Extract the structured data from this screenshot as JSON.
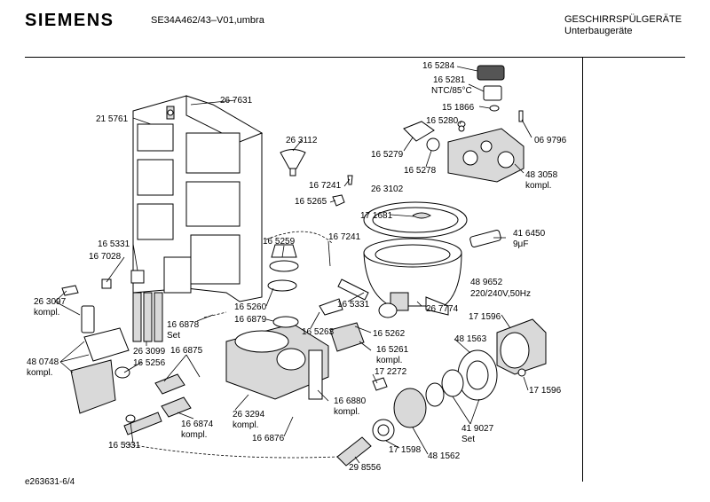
{
  "header": {
    "brand": "SIEMENS",
    "model": "SE34A462/43–V01,umbra",
    "category_line1": "GESCHIRRSPÜLGERÄTE",
    "category_line2": "Unterbaugeräte"
  },
  "footer": {
    "drawing_id": "e263631-6/4"
  },
  "labels": {
    "p165284": "16 5284",
    "p165281": "16 5281",
    "ntc": "NTC/85°C",
    "p151866": "15 1866",
    "p165280": "16 5280",
    "p069796": "06 9796",
    "p165279": "16 5279",
    "p165278": "16 5278",
    "p483058": "48 3058",
    "kompl_483058": "kompl.",
    "p267631": "26 7631",
    "p215761": "21 5761",
    "p263112": "26 3112",
    "p167241a": "16 7241",
    "p165265": "16 5265",
    "p263102": "26 3102",
    "p171681": "17 1681",
    "p416450": "41 6450",
    "uf": "9μF",
    "p165331a": "16 5331",
    "p167028": "16 7028",
    "p165259": "16 5259",
    "p167241b": "16 7241",
    "p489652": "48 9652",
    "v220": "220/240V,50Hz",
    "p263097": "26 3097",
    "kompl_263097": "kompl.",
    "p165260": "16 5260",
    "p165331b": "16 5331",
    "p267774": "26 7774",
    "p171596a": "17 1596",
    "p166878": "16 6878",
    "set_166878": "Set",
    "p166879": "16 6879",
    "p165263": "16 5263",
    "p165262": "16 5262",
    "p481563": "48 1563",
    "p263099": "26 3099",
    "p165261": "16 5261",
    "kompl_165261": "kompl.",
    "p480748": "48 0748",
    "kompl_480748": "kompl.",
    "p165256": "16 5256",
    "p166875": "16 6875",
    "p172272": "17 2272",
    "p171596b": "17 1596",
    "p166880": "16 6880",
    "kompl_166880": "kompl.",
    "p263294": "26 3294",
    "kompl_263294": "kompl.",
    "p166874": "16 6874",
    "kompl_166874": "kompl.",
    "p419027": "41 9027",
    "set_419027": "Set",
    "p166876": "16 6876",
    "p165331c": "16 5331",
    "p171598": "17 1598",
    "p481562": "48 1562",
    "p298556": "29 8556"
  }
}
